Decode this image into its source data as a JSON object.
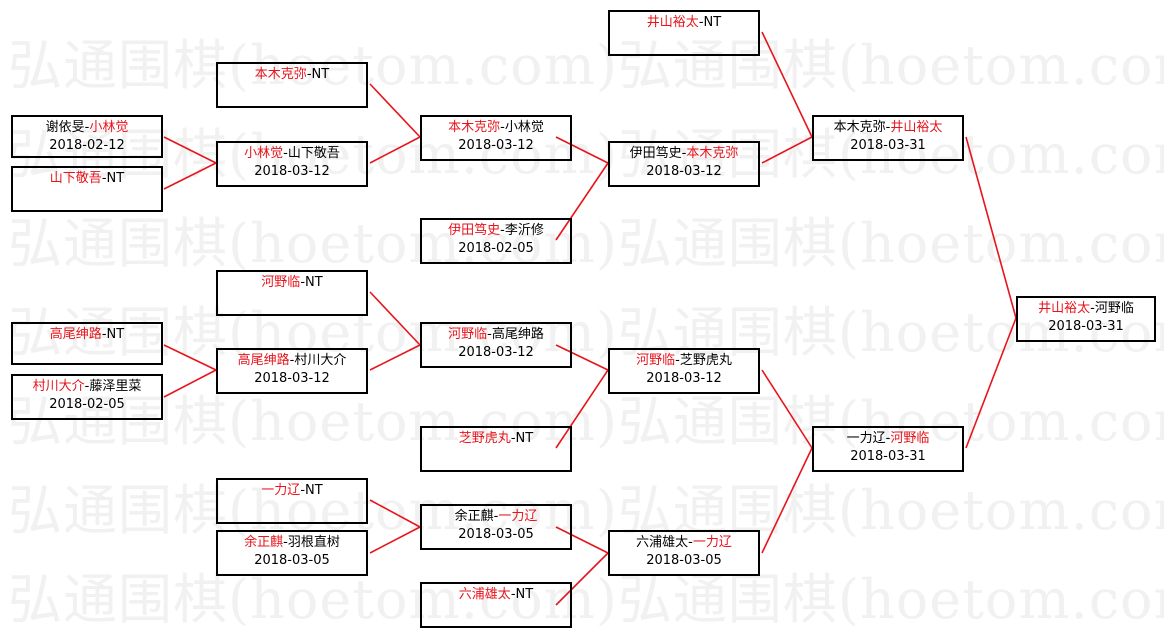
{
  "watermark": {
    "text": "弘通围棋(hoetom.com)弘通围棋(hoetom.com)"
  },
  "colors": {
    "winner": "#e8141c",
    "line": "#e8141c",
    "border": "#000000",
    "watermark": "#f1f1f1"
  },
  "matches": {
    "r1_a": {
      "p1": "谢依旻",
      "sep": "-",
      "p2": "小林觉",
      "date": "2018-02-12"
    },
    "r1_b": {
      "p1": "山下敬吾",
      "sep": "-",
      "p2": "NT",
      "date": ""
    },
    "r1_c": {
      "p1": "高尾绅路",
      "sep": "-",
      "p2": "NT",
      "date": ""
    },
    "r1_d": {
      "p1": "村川大介",
      "sep": "-",
      "p2": "藤泽里菜",
      "date": "2018-02-05"
    },
    "r2_a": {
      "p1": "本木克弥",
      "sep": "-",
      "p2": "NT",
      "date": ""
    },
    "r2_b": {
      "p1": "小林觉",
      "sep": "-",
      "p2": "山下敬吾",
      "date": "2018-03-12"
    },
    "r2_c": {
      "p1": "河野临",
      "sep": "-",
      "p2": "NT",
      "date": ""
    },
    "r2_d": {
      "p1": "高尾绅路",
      "sep": "-",
      "p2": "村川大介",
      "date": "2018-03-12"
    },
    "r2_e": {
      "p1": "一力辽",
      "sep": "-",
      "p2": "NT",
      "date": ""
    },
    "r2_f": {
      "p1": "余正麒",
      "sep": "-",
      "p2": "羽根直树",
      "date": "2018-03-05"
    },
    "r3_a": {
      "p1": "本木克弥",
      "sep": "-",
      "p2": "小林觉",
      "date": "2018-03-12"
    },
    "r3_b": {
      "p1": "伊田笃史",
      "sep": "-",
      "p2": "李沂修",
      "date": "2018-02-05"
    },
    "r3_c": {
      "p1": "河野临",
      "sep": "-",
      "p2": "高尾绅路",
      "date": "2018-03-12"
    },
    "r3_d": {
      "p1": "芝野虎丸",
      "sep": "-",
      "p2": "NT",
      "date": ""
    },
    "r3_e": {
      "p1": "余正麒",
      "sep": "-",
      "p2": "一力辽",
      "date": "2018-03-05"
    },
    "r3_f": {
      "p1": "六浦雄太",
      "sep": "-",
      "p2": "NT",
      "date": ""
    },
    "r4_a": {
      "p1": "井山裕太",
      "sep": "-",
      "p2": "NT",
      "date": ""
    },
    "r4_b": {
      "p1": "伊田笃史",
      "sep": "-",
      "p2": "本木克弥",
      "date": "2018-03-12"
    },
    "r4_c": {
      "p1": "河野临",
      "sep": "-",
      "p2": "芝野虎丸",
      "date": "2018-03-12"
    },
    "r4_d": {
      "p1": "六浦雄太",
      "sep": "-",
      "p2": "一力辽",
      "date": "2018-03-05"
    },
    "r5_a": {
      "p1": "本木克弥",
      "sep": "-",
      "p2": "井山裕太",
      "date": "2018-03-31"
    },
    "r5_b": {
      "p1": "一力辽",
      "sep": "-",
      "p2": "河野临",
      "date": "2018-03-31"
    },
    "final": {
      "p1": "井山裕太",
      "sep": "-",
      "p2": "河野临",
      "date": "2018-03-31"
    }
  }
}
